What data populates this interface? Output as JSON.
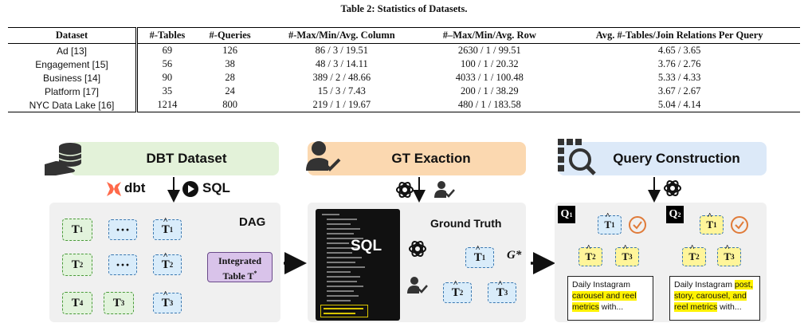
{
  "caption": "Table 2: Statistics of Datasets.",
  "table": {
    "headers": [
      "Dataset",
      "#-Tables",
      "#-Queries",
      "#-Max/Min/Avg. Column",
      "#–Max/Min/Avg. Row",
      "Avg. #-Tables/Join Relations Per Query"
    ],
    "rows": [
      [
        "Ad [13]",
        "69",
        "126",
        "86 / 3 / 19.51",
        "2630 / 1 / 99.51",
        "4.65 / 3.65"
      ],
      [
        "Engagement [15]",
        "56",
        "38",
        "48 / 3 / 14.11",
        "100 / 1 / 20.32",
        "3.76 / 2.76"
      ],
      [
        "Business [14]",
        "90",
        "28",
        "389 / 2 / 48.66",
        "4033 / 1 / 100.48",
        "5.33 / 4.33"
      ],
      [
        "Platform [17]",
        "35",
        "24",
        "15 / 3 / 7.43",
        "200 / 1 / 38.29",
        "3.67 / 2.67"
      ],
      [
        "NYC Data Lake [16]",
        "1214",
        "800",
        "219 / 1 / 19.67",
        "480 / 1 / 183.58",
        "5.04 / 4.14"
      ]
    ]
  },
  "figure": {
    "banner1": "DBT Dataset",
    "banner2": "GT Exaction",
    "banner3": "Query Construction",
    "dbt_label": "dbt",
    "sql_label": "SQL",
    "dag_label": "DAG",
    "integrated_line1": "Integrated",
    "integrated_line2": "Table T",
    "integrated_sup": "*",
    "dots": "···",
    "node_T": "T",
    "sub1": "1",
    "sub2": "2",
    "sub3": "3",
    "sub4": "4",
    "sql_panel_label": "SQL",
    "gt_label": "Ground Truth",
    "gstar": "G*",
    "q1": "Q",
    "q2": "Q",
    "q1_text_a": "Daily Instagram ",
    "q1_text_hl": "carousel and reel metrics",
    "q1_text_b": " with...",
    "q2_text_a": "Daily Instagram ",
    "q2_text_hl": "post, story, carousel, and reel metrics",
    "q2_text_b": " with..."
  },
  "colors": {
    "banner_green": "#e3f2d9",
    "banner_orange": "#fbd8b0",
    "banner_blue": "#dce9f8",
    "integrated_purple": "#d9c3ea",
    "dbt_orange": "#ff694a",
    "check_orange": "#e07b39"
  },
  "icons": [
    "database-hand-icon",
    "dbt-logo-icon",
    "sql-play-icon",
    "user-check-icon",
    "openai-icon",
    "query-search-icon",
    "check-circle-icon"
  ]
}
